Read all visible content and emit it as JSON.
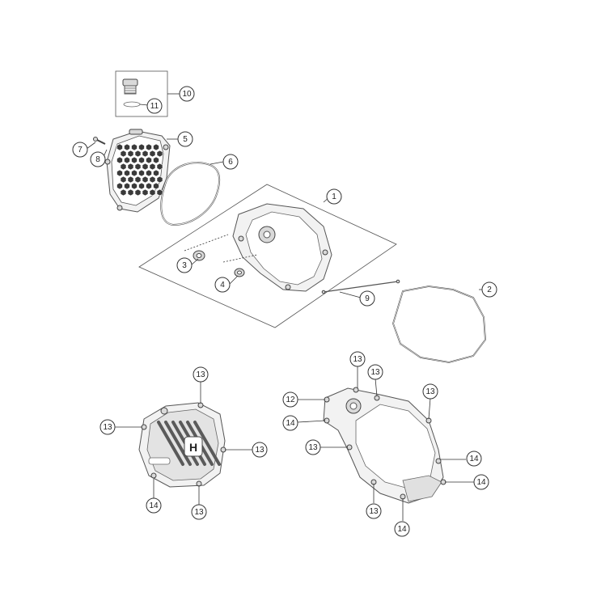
{
  "diagram": {
    "callouts": [
      {
        "id": "c10",
        "label": "10"
      },
      {
        "id": "c11",
        "label": "11"
      },
      {
        "id": "c5",
        "label": "5"
      },
      {
        "id": "c7",
        "label": "7"
      },
      {
        "id": "c8",
        "label": "8"
      },
      {
        "id": "c6",
        "label": "6"
      },
      {
        "id": "c1",
        "label": "1"
      },
      {
        "id": "c3",
        "label": "3"
      },
      {
        "id": "c4",
        "label": "4"
      },
      {
        "id": "c9",
        "label": "9"
      },
      {
        "id": "c2",
        "label": "2"
      },
      {
        "id": "c13a",
        "label": "13"
      },
      {
        "id": "c13b",
        "label": "13"
      },
      {
        "id": "c13c",
        "label": "13"
      },
      {
        "id": "c14a",
        "label": "14"
      },
      {
        "id": "c13d",
        "label": "13"
      },
      {
        "id": "c13e",
        "label": "13"
      },
      {
        "id": "c13f",
        "label": "13"
      },
      {
        "id": "c13g",
        "label": "13"
      },
      {
        "id": "c12",
        "label": "12"
      },
      {
        "id": "c14b",
        "label": "14"
      },
      {
        "id": "c13h",
        "label": "13"
      },
      {
        "id": "c14c",
        "label": "14"
      },
      {
        "id": "c14d",
        "label": "14"
      },
      {
        "id": "c13i",
        "label": "13"
      },
      {
        "id": "c14e",
        "label": "14"
      }
    ],
    "brand_logo_letter": "H",
    "icons": {
      "logo": "husqvarna-crown-icon"
    }
  }
}
